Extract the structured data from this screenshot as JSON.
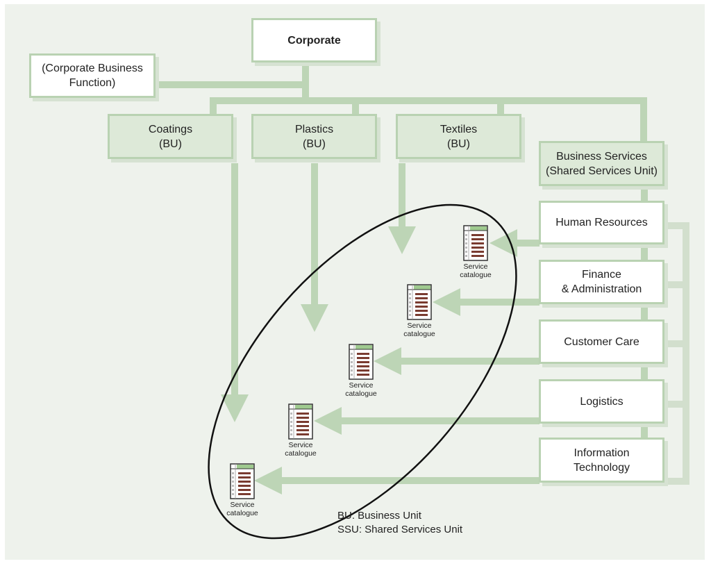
{
  "colors": {
    "panel": "#eef2ec",
    "connector": "#bdd5b6",
    "box_border": "#b9d2b2",
    "box_fill_green": "#dde9d8",
    "box_fill_white": "#ffffff",
    "ellipse": "#111111",
    "catalogue_header": "#9fca8f",
    "catalogue_line": "#7a3b30"
  },
  "nodes": {
    "corporate": "Corporate",
    "corporate_function": "(Corporate Business\nFunction)",
    "coatings": "Coatings\n(BU)",
    "plastics": "Plastics\n(BU)",
    "textiles": "Textiles\n(BU)",
    "business_services": "Business Services\n(Shared Services Unit)",
    "human_resources": "Human Resources",
    "finance": "Finance\n& Administration",
    "customer_care": "Customer Care",
    "logistics": "Logistics",
    "information_technology": "Information\nTechnology"
  },
  "catalogues": [
    {
      "label": "Service\ncatalogue",
      "icon": "service-catalogue-icon"
    },
    {
      "label": "Service\ncatalogue",
      "icon": "service-catalogue-icon"
    },
    {
      "label": "Service\ncatalogue",
      "icon": "service-catalogue-icon"
    },
    {
      "label": "Service\ncatalogue",
      "icon": "service-catalogue-icon"
    },
    {
      "label": "Service\ncatalogue",
      "icon": "service-catalogue-icon"
    }
  ],
  "legend": {
    "bu": "BU: Business Unit",
    "ssu": "SSU: Shared Services Unit"
  }
}
